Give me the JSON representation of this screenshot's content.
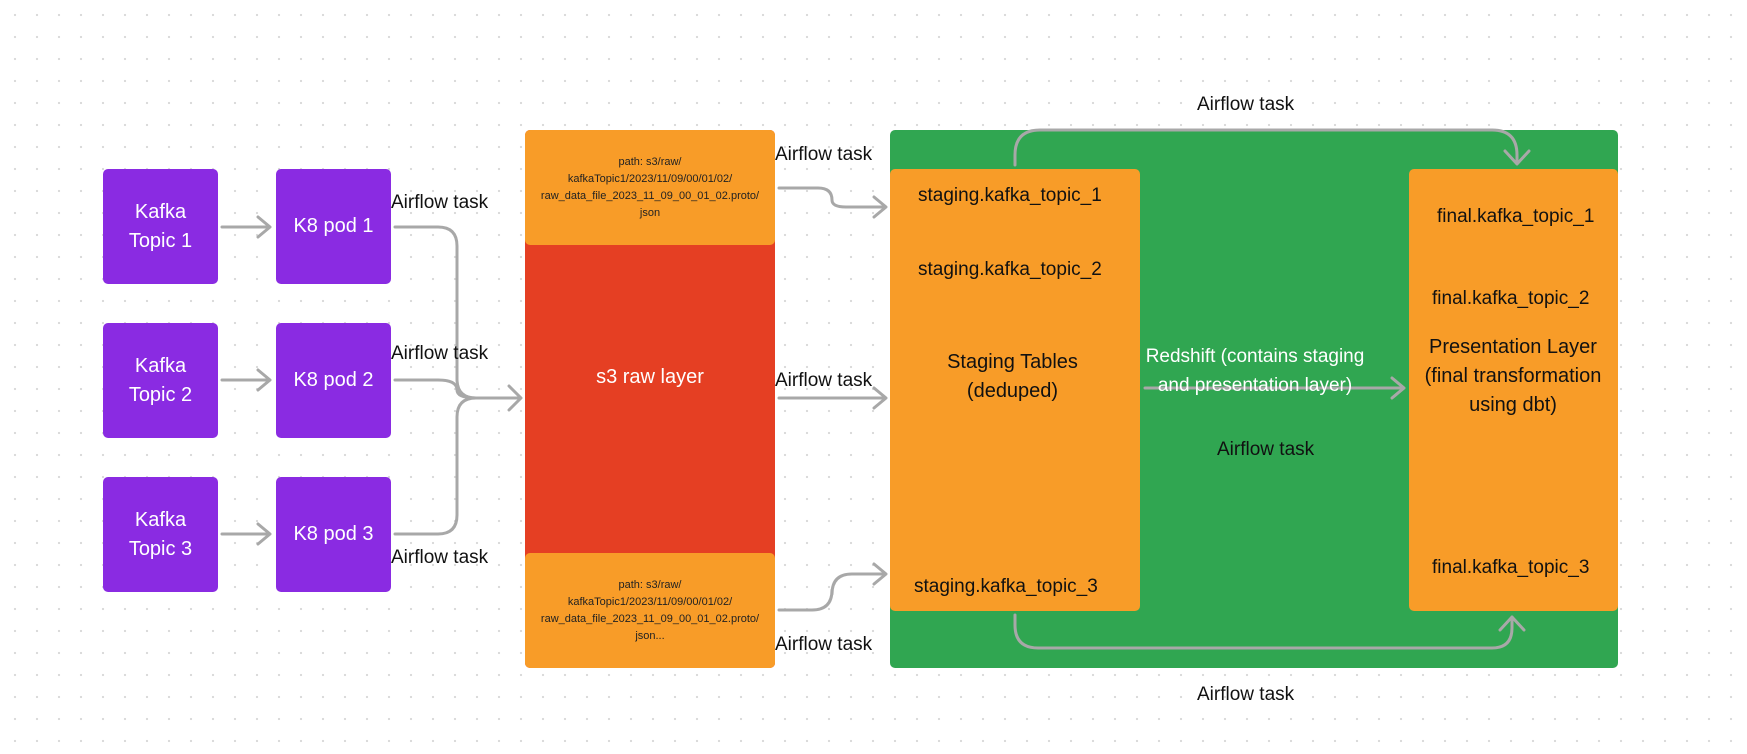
{
  "kafka_topics": [
    "Kafka Topic 1",
    "Kafka Topic 2",
    "Kafka Topic 3"
  ],
  "pods": [
    "K8 pod 1",
    "K8 pod 2",
    "K8 pod 3"
  ],
  "airflow_label": "Airflow task",
  "s3": {
    "label": "s3 raw layer",
    "path_top": "path: s3/raw/ kafkaTopic1/2023/11/09/00/01/02/ raw_data_file_2023_11_09_00_01_02.proto/ json",
    "path_bottom": "path: s3/raw/ kafkaTopic1/2023/11/09/00/01/02/ raw_data_file_2023_11_09_00_01_02.proto/ json..."
  },
  "staging": {
    "tables": [
      "staging.kafka_topic_1",
      "staging.kafka_topic_2",
      "staging.kafka_topic_3"
    ],
    "label": "Staging Tables (deduped)"
  },
  "redshift": {
    "label": "Redshift (contains staging and presentation layer)"
  },
  "presentation": {
    "tables": [
      "final.kafka_topic_1",
      "final.kafka_topic_2",
      "final.kafka_topic_3"
    ],
    "label": "Presentation Layer (final transformation using dbt)"
  },
  "colors": {
    "kafka": "#8a2be2",
    "orange": "#f89c28",
    "s3_red": "#e53f23",
    "redshift_green": "#30a651",
    "arrow": "#a8a8a8"
  }
}
